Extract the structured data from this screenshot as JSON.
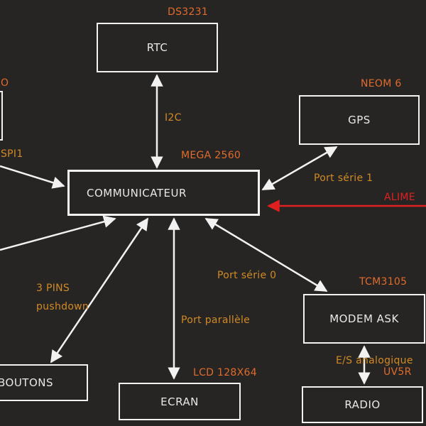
{
  "colors": {
    "background": "#272523",
    "box_stroke": "#f2f2f2",
    "chip_label": "#e06b2c",
    "bus_label": "#d08a25",
    "power_line": "#e02020"
  },
  "nodes": {
    "rtc": "RTC",
    "gps": "GPS",
    "communicateur": "COMMUNICATEUR",
    "modem": "MODEM ASK",
    "radio": "RADIO",
    "ecran": "ECRAN",
    "boutons": "BOUTONS"
  },
  "chips": {
    "rtc": "DS3231",
    "gps": "NEOM 6",
    "communicateur": "MEGA 2560",
    "modem": "TCM3105",
    "radio": "UV5R",
    "ecran": "LCD 128X64",
    "left_partial": "O"
  },
  "links": {
    "i2c": "I2C",
    "gps_serial": "Port série 1",
    "modem_serial": "Port série 0",
    "parallel": "Port parallèle",
    "pins_line1": "3 PINS",
    "pins_line2": "pushdown",
    "spi": "SPI1",
    "analog": "E/S analogique"
  },
  "power": {
    "label": "ALIME"
  }
}
